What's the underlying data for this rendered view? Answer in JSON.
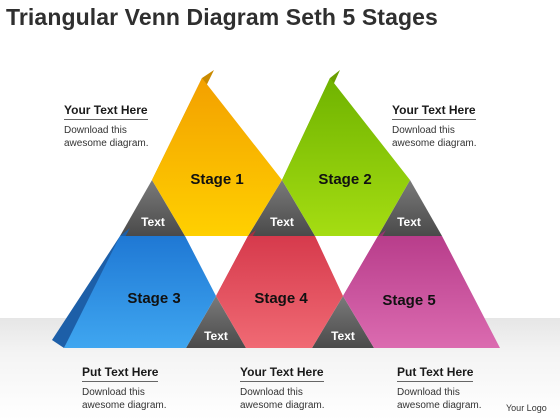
{
  "title": "Triangular Venn Diagram Seth 5 Stages",
  "stages": [
    {
      "label": "Stage 1",
      "color": "#f6b200",
      "shade": "#c98a00"
    },
    {
      "label": "Stage 2",
      "color": "#8fcc0a",
      "shade": "#6a9f00"
    },
    {
      "label": "Stage 3",
      "color": "#2f8fe0",
      "shade": "#1d5fa8"
    },
    {
      "label": "Stage 4",
      "color": "#e04a5a",
      "shade": "#a63040"
    },
    {
      "label": "Stage 5",
      "color": "#cc4f9c",
      "shade": "#96346f"
    }
  ],
  "gap_labels": [
    "Text",
    "Text",
    "Text",
    "Text",
    "Text"
  ],
  "gap_color": "#555555",
  "callouts": {
    "top_left": {
      "heading": "Your Text Here",
      "body": "Download this awesome diagram."
    },
    "top_right": {
      "heading": "Your Text Here",
      "body": "Download this awesome diagram."
    },
    "bottom_left": {
      "heading": "Put Text Here",
      "body": "Download this awesome diagram."
    },
    "bottom_center": {
      "heading": "Your Text Here",
      "body": "Download this awesome diagram."
    },
    "bottom_right": {
      "heading": "Put Text Here",
      "body": "Download this awesome diagram."
    }
  },
  "logo": "Your Logo"
}
